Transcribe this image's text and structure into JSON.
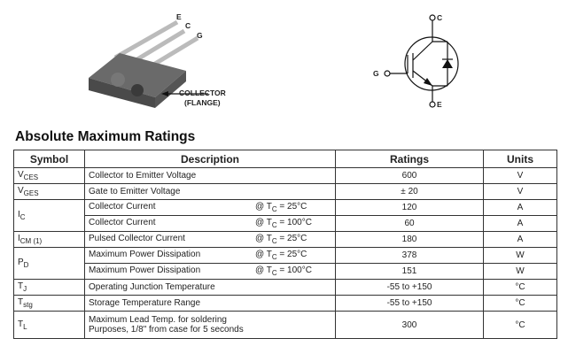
{
  "package": {
    "pins": [
      "E",
      "C",
      "G"
    ],
    "collector_label": "COLLECTOR",
    "flange_label": "(FLANGE)"
  },
  "schematic": {
    "c": "C",
    "g": "G",
    "e": "E"
  },
  "title": "Absolute Maximum Ratings",
  "headers": [
    "Symbol",
    "Description",
    "Ratings",
    "Units"
  ],
  "rows": [
    {
      "sym": "V",
      "sub": "CES",
      "desc": "Collector to Emitter Voltage",
      "cond": "",
      "rating": "600",
      "unit": "V"
    },
    {
      "sym": "V",
      "sub": "GES",
      "desc": "Gate to Emitter Voltage",
      "cond": "",
      "rating": "± 20",
      "unit": "V"
    },
    {
      "sym": "I",
      "sub": "C",
      "desc": "Collector Current",
      "cond": "@ T",
      "csub": "C",
      "cval": " = 25°C",
      "rating": "120",
      "unit": "A"
    },
    {
      "desc": "Collector Current",
      "cond": "@ T",
      "csub": "C",
      "cval": " = 100°C",
      "rating": "60",
      "unit": "A"
    },
    {
      "sym": "I",
      "sub": "CM (1)",
      "desc": "Pulsed Collector Current",
      "cond": "@ T",
      "csub": "C",
      "cval": " = 25°C",
      "rating": "180",
      "unit": "A"
    },
    {
      "sym": "P",
      "sub": "D",
      "desc": "Maximum Power Dissipation",
      "cond": "@ T",
      "csub": "C",
      "cval": " = 25°C",
      "rating": "378",
      "unit": "W"
    },
    {
      "desc": "Maximum Power Dissipation",
      "cond": "@ T",
      "csub": "C",
      "cval": " = 100°C",
      "rating": "151",
      "unit": "W"
    },
    {
      "sym": "T",
      "sub": "J",
      "desc": "Operating Junction Temperature",
      "cond": "",
      "rating": "-55 to +150",
      "unit": "°C"
    },
    {
      "sym": "T",
      "sub": "stg",
      "desc": "Storage Temperature Range",
      "cond": "",
      "rating": "-55 to +150",
      "unit": "°C"
    },
    {
      "sym": "T",
      "sub": "L",
      "desc": "Maximum Lead Temp. for soldering",
      "desc2": "Purposes, 1/8\" from case for 5 seconds",
      "cond": "",
      "rating": "300",
      "unit": "°C"
    }
  ]
}
